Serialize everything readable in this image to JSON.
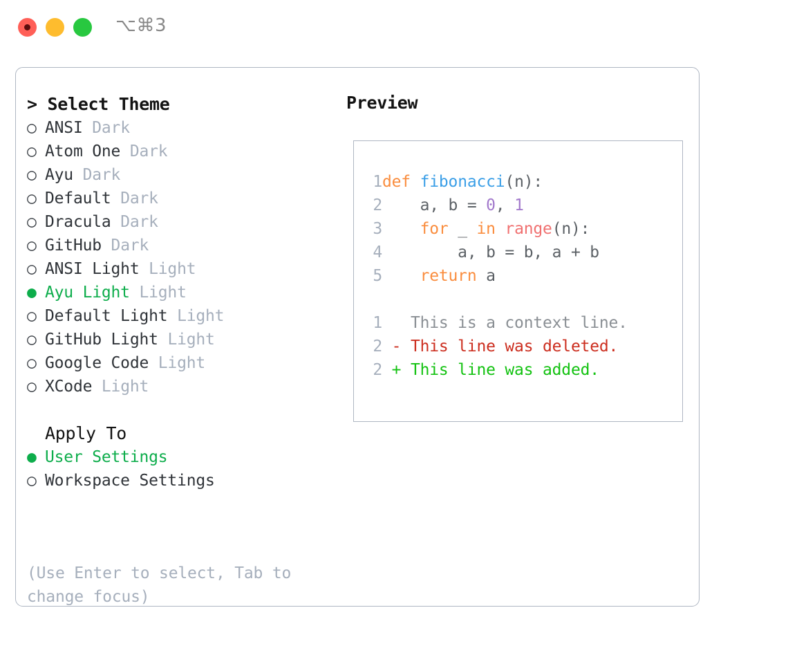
{
  "titlebar": {
    "shortcut": "⌥⌘3",
    "buttons": {
      "close": "close-button",
      "minimize": "minimize-button",
      "maximize": "maximize-button"
    }
  },
  "theme_picker": {
    "header": "> Select Theme",
    "options": [
      {
        "bullet": "○",
        "label": "ANSI",
        "tag": "Dark",
        "selected": false
      },
      {
        "bullet": "○",
        "label": "Atom One",
        "tag": "Dark",
        "selected": false
      },
      {
        "bullet": "○",
        "label": "Ayu",
        "tag": "Dark",
        "selected": false
      },
      {
        "bullet": "○",
        "label": "Default",
        "tag": "Dark",
        "selected": false
      },
      {
        "bullet": "○",
        "label": "Dracula",
        "tag": "Dark",
        "selected": false
      },
      {
        "bullet": "○",
        "label": "GitHub",
        "tag": "Dark",
        "selected": false
      },
      {
        "bullet": "○",
        "label": "ANSI Light",
        "tag": "Light",
        "selected": false
      },
      {
        "bullet": "●",
        "label": "Ayu Light",
        "tag": "Light",
        "selected": true
      },
      {
        "bullet": "○",
        "label": "Default Light",
        "tag": "Light",
        "selected": false
      },
      {
        "bullet": "○",
        "label": "GitHub Light",
        "tag": "Light",
        "selected": false
      },
      {
        "bullet": "○",
        "label": "Google Code",
        "tag": "Light",
        "selected": false
      },
      {
        "bullet": "○",
        "label": "XCode",
        "tag": "Light",
        "selected": false
      }
    ]
  },
  "apply_to": {
    "header": "Apply To",
    "options": [
      {
        "bullet": "●",
        "label": "User Settings",
        "selected": true
      },
      {
        "bullet": "○",
        "label": "Workspace Settings",
        "selected": false
      }
    ]
  },
  "hint": "(Use Enter to select, Tab to change focus)",
  "preview": {
    "title": "Preview",
    "code_lines": [
      {
        "num": "1",
        "tokens": [
          {
            "t": "def",
            "c": "kw"
          },
          {
            "t": " ",
            "c": "pl"
          },
          {
            "t": "fibonacci",
            "c": "fn"
          },
          {
            "t": "(n):",
            "c": "pl"
          }
        ]
      },
      {
        "num": "2",
        "tokens": [
          {
            "t": "    a, b = ",
            "c": "pl"
          },
          {
            "t": "0",
            "c": "num"
          },
          {
            "t": ", ",
            "c": "pl"
          },
          {
            "t": "1",
            "c": "num"
          }
        ]
      },
      {
        "num": "3",
        "tokens": [
          {
            "t": "    ",
            "c": "pl"
          },
          {
            "t": "for",
            "c": "kw"
          },
          {
            "t": " _ ",
            "c": "pl"
          },
          {
            "t": "in",
            "c": "kw"
          },
          {
            "t": " ",
            "c": "pl"
          },
          {
            "t": "range",
            "c": "bi"
          },
          {
            "t": "(n):",
            "c": "pl"
          }
        ]
      },
      {
        "num": "4",
        "tokens": [
          {
            "t": "        a, b = b, a + b",
            "c": "pl"
          }
        ]
      },
      {
        "num": "5",
        "tokens": [
          {
            "t": "    ",
            "c": "pl"
          },
          {
            "t": "return",
            "c": "kw"
          },
          {
            "t": " a",
            "c": "pl"
          }
        ]
      }
    ],
    "diff_lines": [
      {
        "num": "1",
        "tokens": [
          {
            "t": "   This is a context line.",
            "c": "ctx"
          }
        ]
      },
      {
        "num": "2",
        "tokens": [
          {
            "t": " - This line was deleted.",
            "c": "del"
          }
        ]
      },
      {
        "num": "2",
        "tokens": [
          {
            "t": " + This line was added.",
            "c": "add"
          }
        ]
      }
    ]
  },
  "colors": {
    "accent_green": "#0DAD4B",
    "muted_gray": "#A6AFBC",
    "border": "#AEB6C2",
    "keyword_orange": "#FA8D3E",
    "function_blue": "#3B9FE7",
    "number_purple": "#A37ACC",
    "builtin_red": "#F07171",
    "diff_delete": "#CC2E1F",
    "diff_add": "#13C211",
    "traffic_red": "#FF5F57",
    "traffic_yellow": "#FEBC2E",
    "traffic_green": "#28C840"
  }
}
